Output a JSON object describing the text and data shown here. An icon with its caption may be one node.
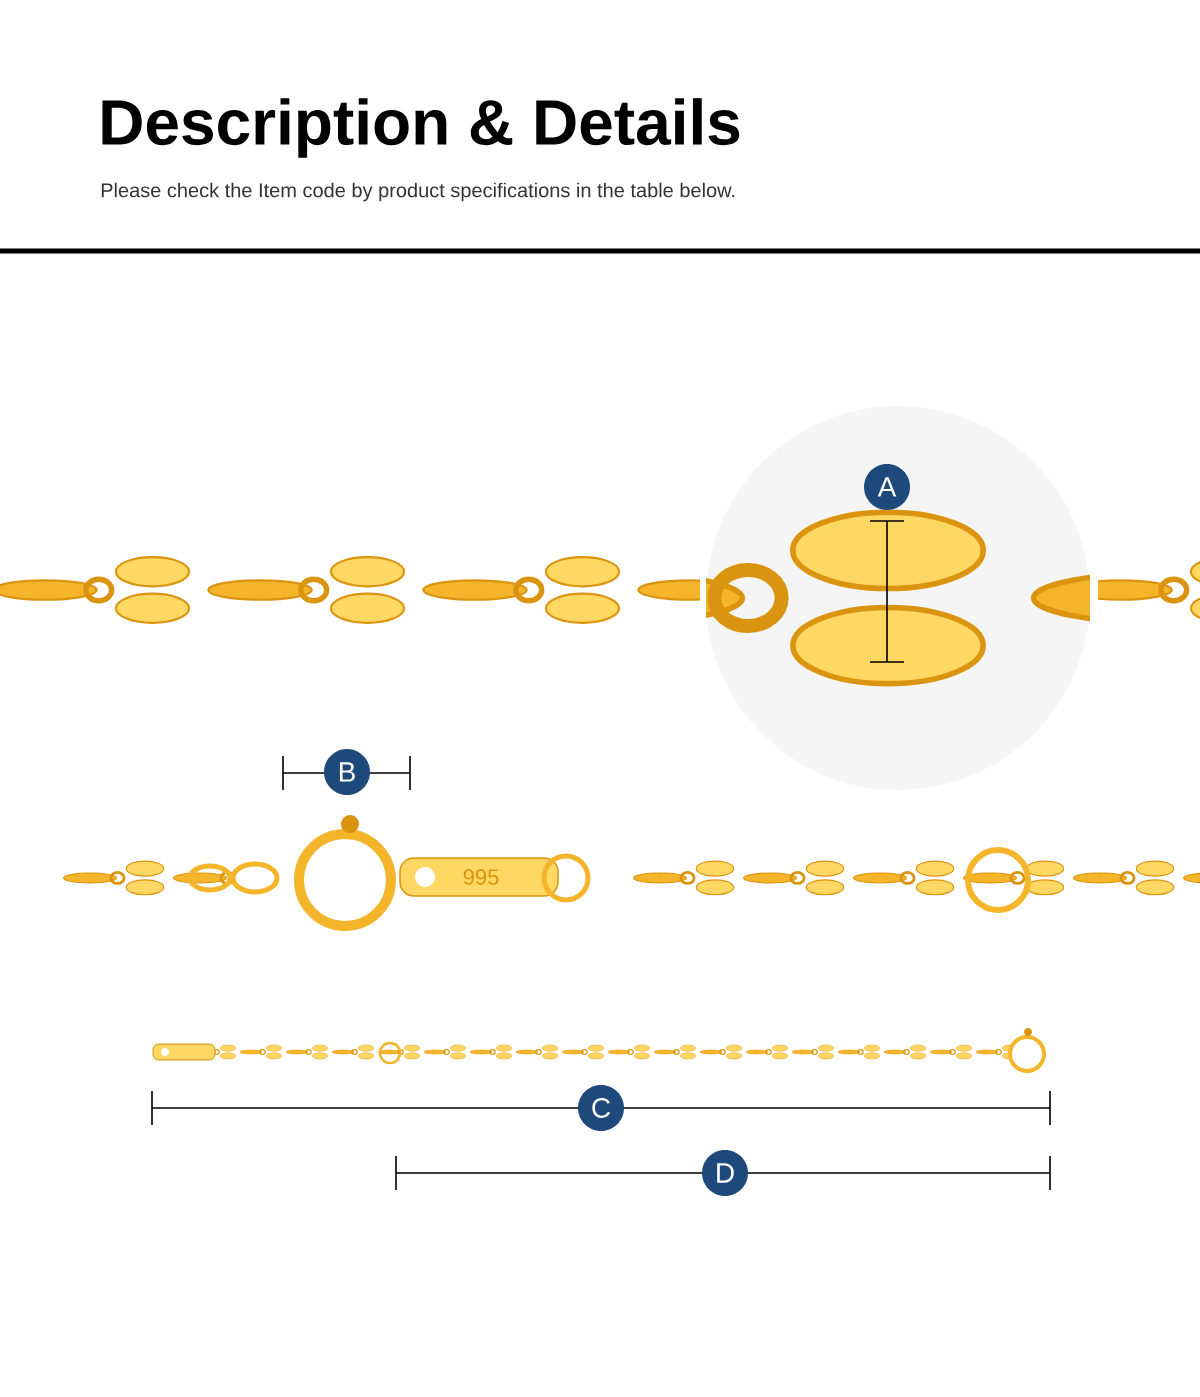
{
  "diagram": {
    "title": "Description & Details",
    "labels": [
      "Please check the Item code by product specifications in the table below.",
      "A",
      "B",
      "995",
      "C",
      "D"
    ]
  }
}
